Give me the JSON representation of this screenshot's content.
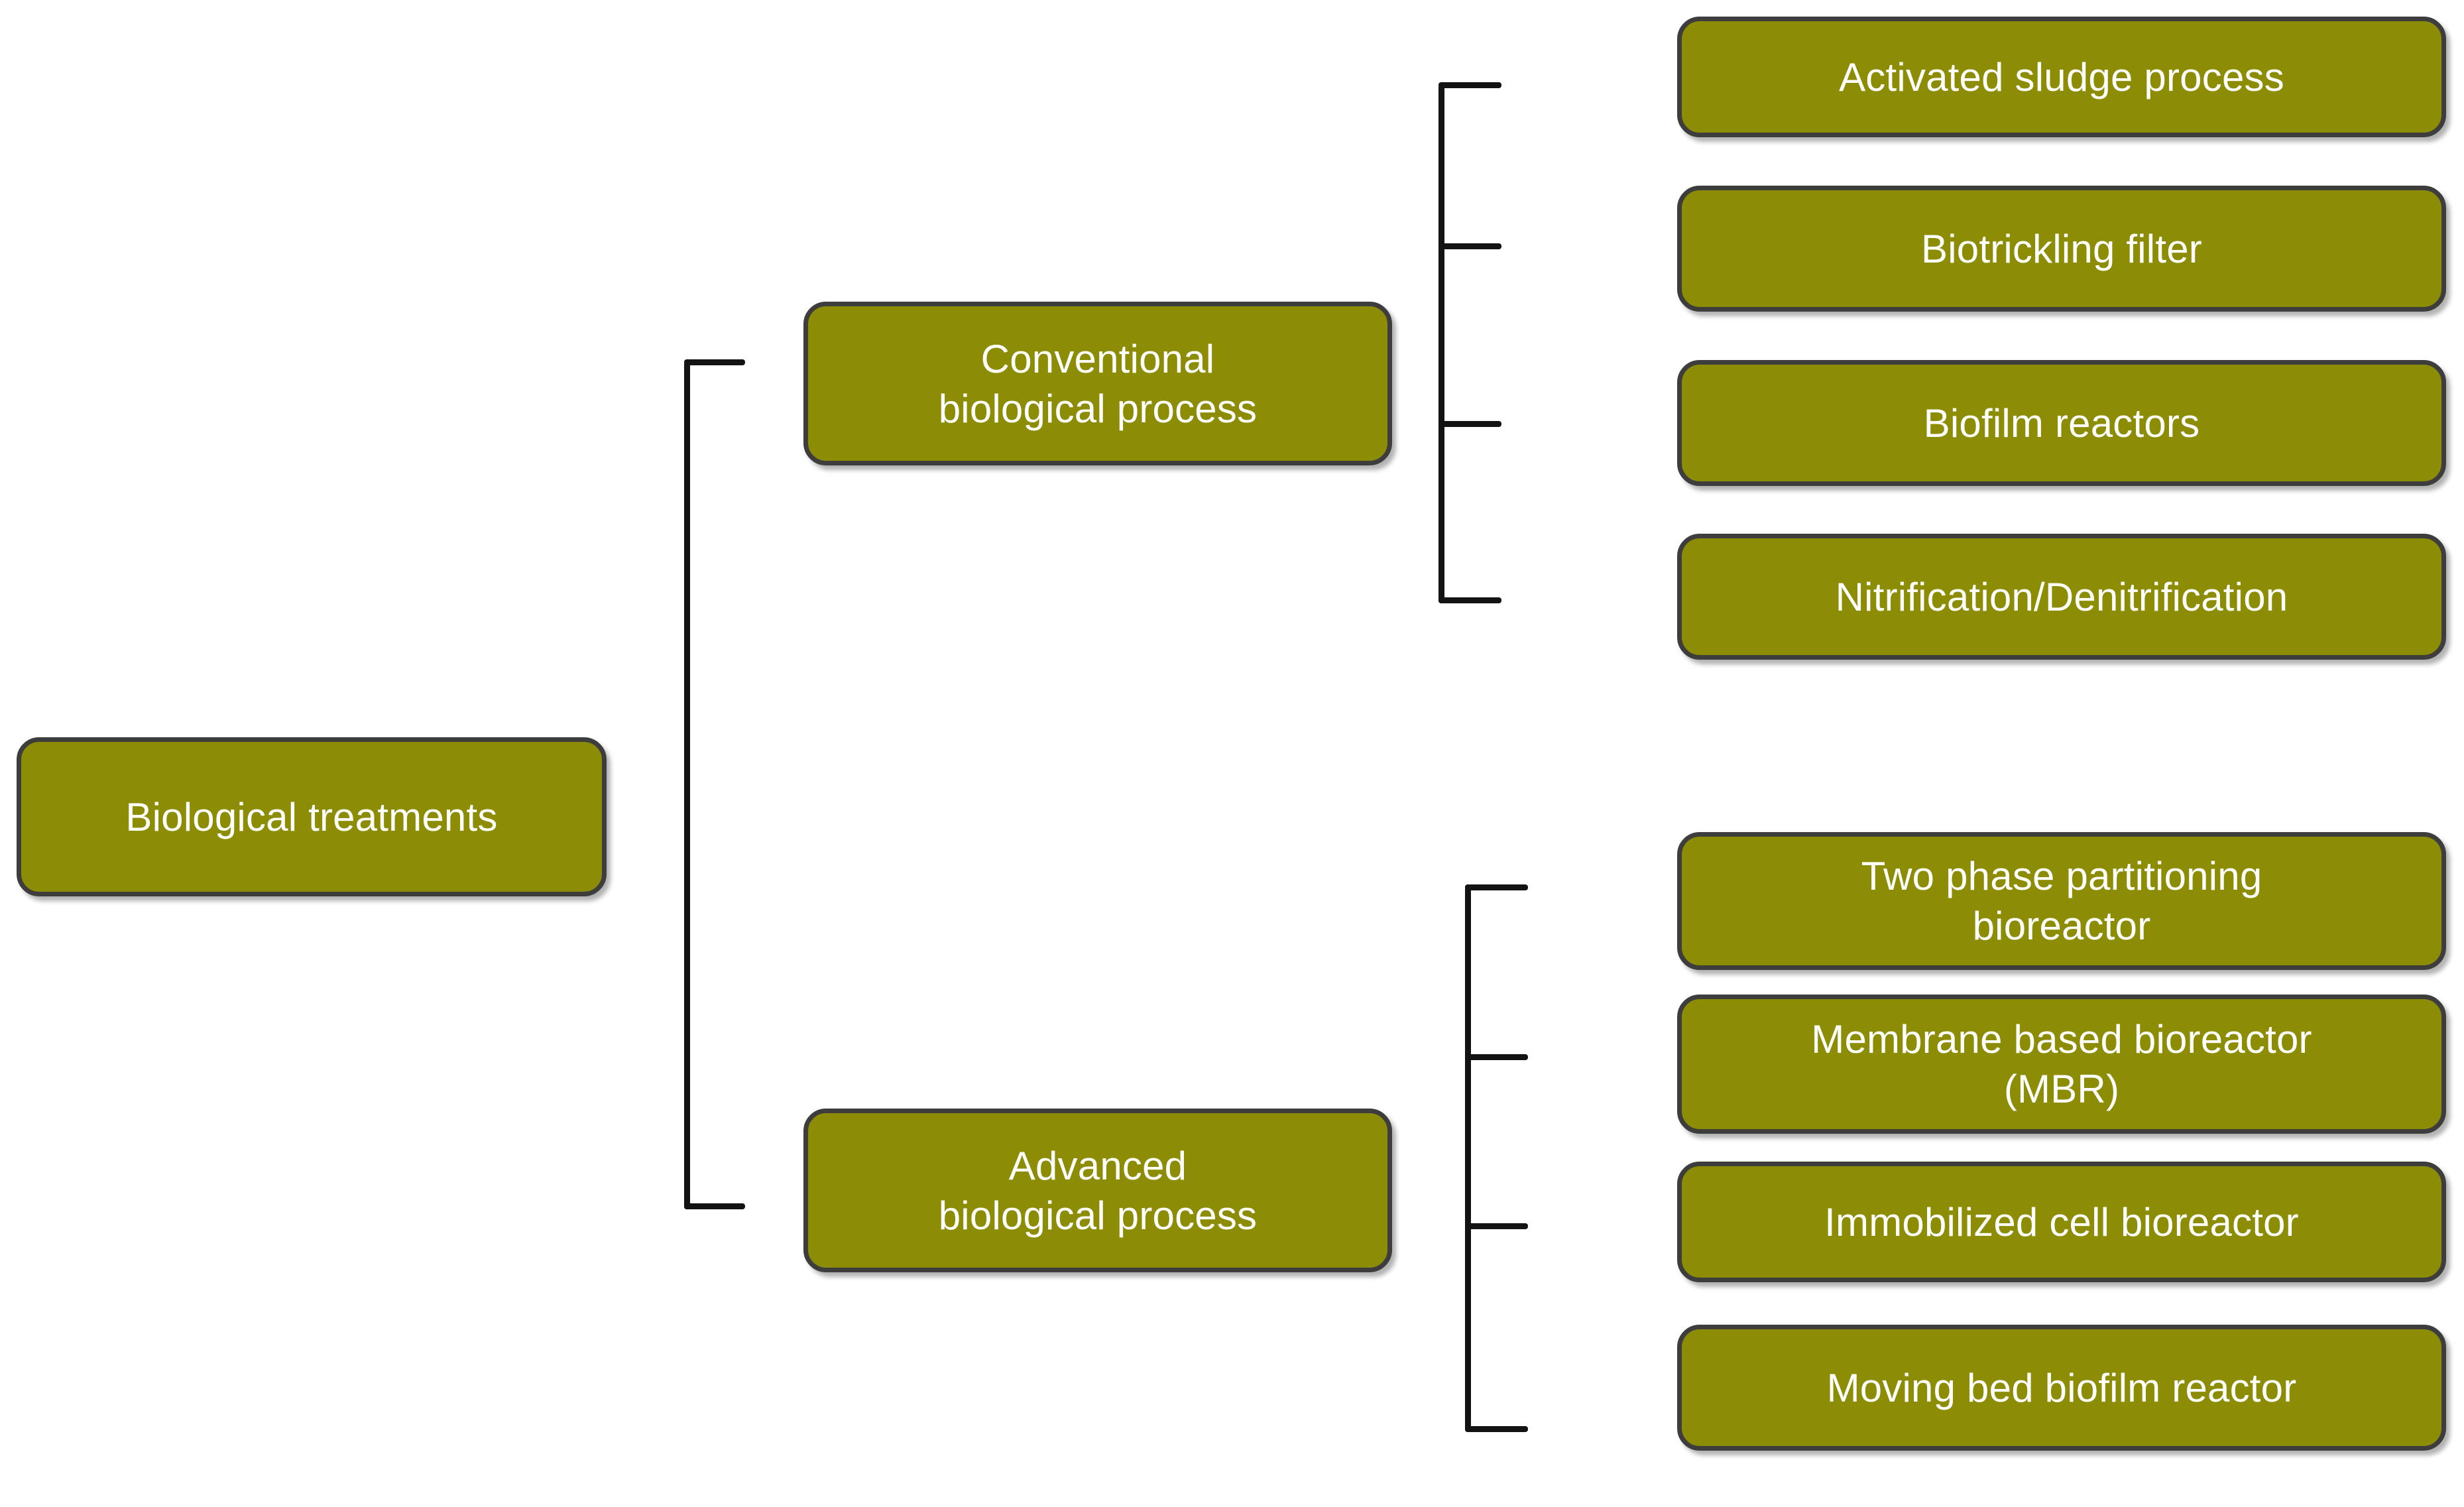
{
  "diagram": {
    "type": "hierarchy-tree",
    "orientation": "left-to-right",
    "background_color": "#ffffff",
    "node_fill_color": "#8c8c05",
    "node_border_color": "#3d3d3d",
    "node_text_color": "#ffffff",
    "connector_color": "#131313",
    "connector_style": "square-bracket"
  },
  "root": {
    "label": "Biological treatments"
  },
  "branches": [
    {
      "label": "Conventional\nbiological process",
      "children": [
        {
          "label": "Activated sludge process"
        },
        {
          "label": "Biotrickling filter"
        },
        {
          "label": "Biofilm reactors"
        },
        {
          "label": "Nitrification/Denitrification"
        }
      ]
    },
    {
      "label": "Advanced\nbiological process",
      "children": [
        {
          "label": "Two phase partitioning\nbioreactor"
        },
        {
          "label": "Membrane based bioreactor\n(MBR)"
        },
        {
          "label": "Immobilized cell bioreactor"
        },
        {
          "label": "Moving bed biofilm reactor"
        }
      ]
    }
  ],
  "leaves_flat": [
    "Activated sludge process",
    "Biotrickling filter",
    "Biofilm reactors",
    "Nitrification/Denitrification",
    "Two phase partitioning\nbioreactor",
    "Membrane based bioreactor\n(MBR)",
    "Immobilized cell bioreactor",
    "Moving bed biofilm reactor"
  ]
}
